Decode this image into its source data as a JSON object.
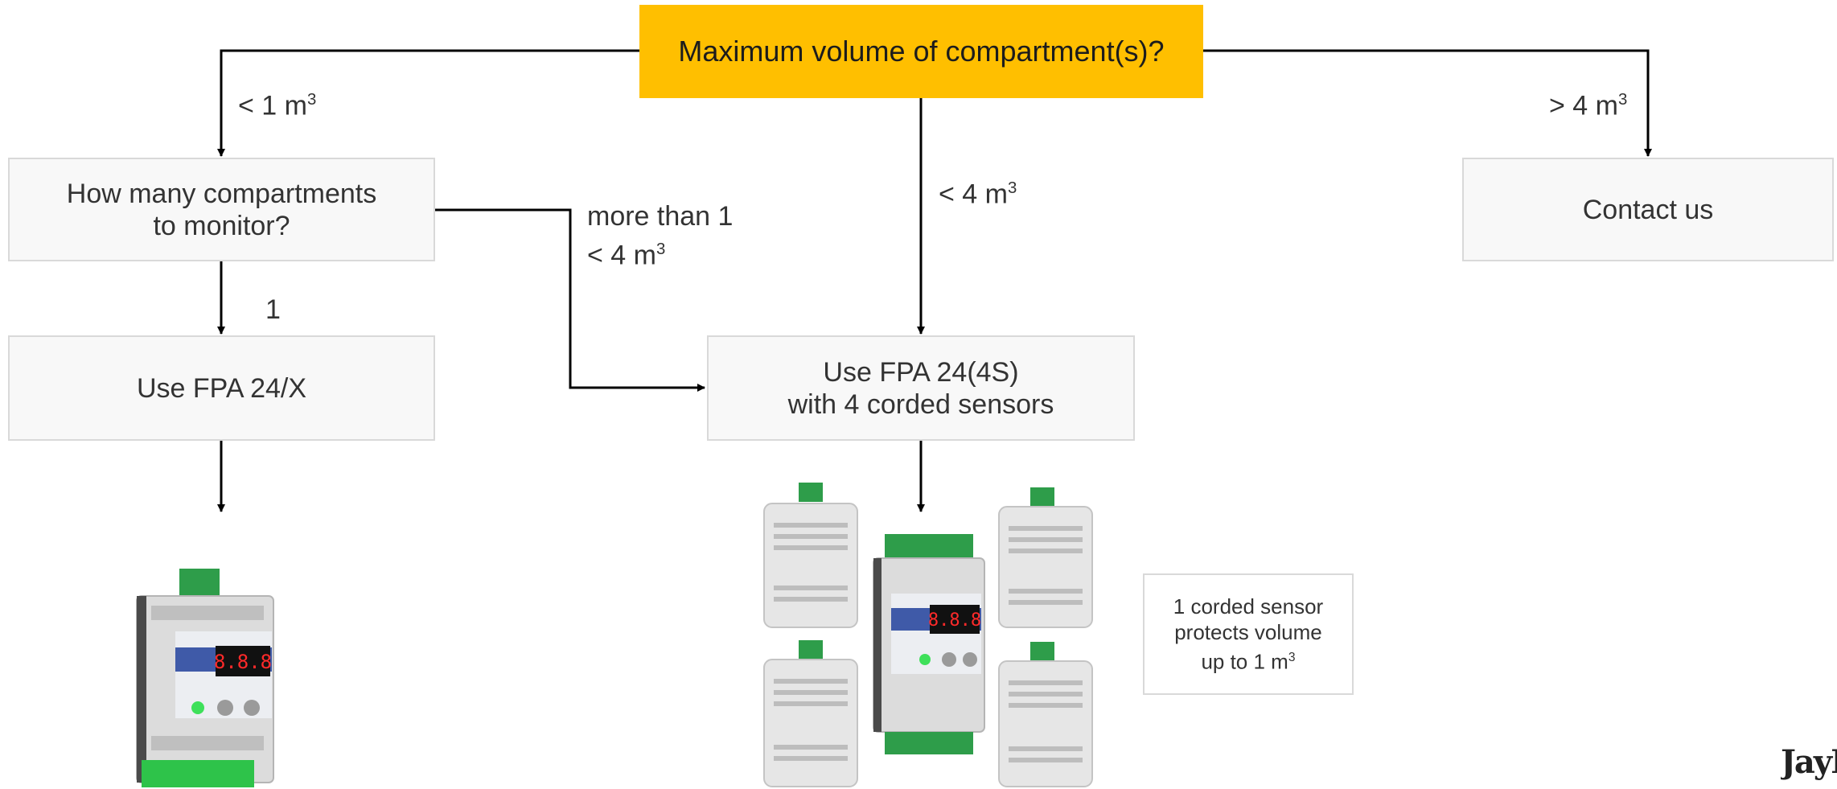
{
  "nodes": {
    "question": "Maximum volume of compartment(s)?",
    "compartments_q": [
      "How many compartments",
      "to monitor?"
    ],
    "contact": "Contact us",
    "use_fpa24x": "Use FPA 24/X",
    "use_fpa24_4s": [
      "Use FPA 24(4S)",
      "with 4 corded sensors"
    ],
    "sensor_note": [
      "1 corded sensor",
      "protects volume",
      "up to 1 m"
    ]
  },
  "labels": {
    "lt1": "< 1 m",
    "lt4": "< 4 m",
    "gt4": "> 4 m",
    "one": "1",
    "more_than_1": "more than 1",
    "more_lt4": "< 4 m",
    "exp": "3"
  },
  "device_display": "8.8.8",
  "logo": "JayEsss",
  "colors": {
    "accent": "#ffbf00",
    "box_fill": "#f8f8f8",
    "box_border": "#d9d9d9",
    "line": "#000000"
  }
}
